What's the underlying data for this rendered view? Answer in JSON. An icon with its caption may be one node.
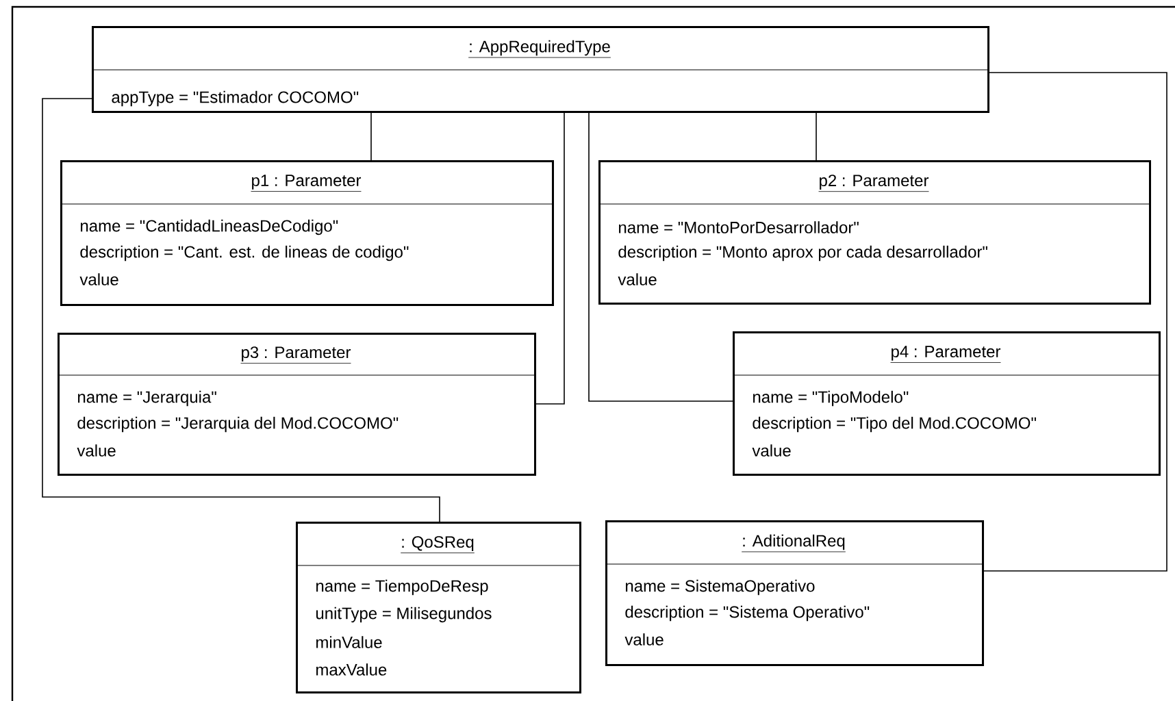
{
  "diagram": {
    "nodes": [
      {
        "text": [
          ": AppRequiredType",
          "appType = \"Estimador COCOMO\""
        ]
      },
      {
        "text": [
          "p1 : Parameter",
          "name = \"CantidadLineasDeCodigo\"",
          "description = \"Cant. est. de lineas de codigo\"",
          "value"
        ]
      },
      {
        "text": [
          "p2 : Parameter",
          "name = \"MontoPorDesarrollador\"",
          "description = \"Monto aprox por cada desarrollador\"",
          "value"
        ]
      },
      {
        "text": [
          "p3 : Parameter",
          "name = \"Jerarquia\"",
          "description = \"Jerarquia del Mod.COCOMO\"",
          "value"
        ]
      },
      {
        "text": [
          "p4 : Parameter",
          "name = \"TipoModelo\"",
          "description = \"Tipo del Mod.COCOMO\"",
          "value"
        ]
      },
      {
        "text": [
          ": QoSReq",
          "name = TiempoDeResp",
          "unitType = Milisegundos",
          "minValue",
          "maxValue"
        ]
      },
      {
        "text": [
          ": AditionalReq",
          "name = SistemaOperativo",
          "description = \"Sistema Operativo\"",
          "value"
        ]
      }
    ],
    "edges": [
      {
        "from": 0,
        "to": 1,
        "arrow": "none"
      },
      {
        "from": 0,
        "to": 2,
        "arrow": "none"
      },
      {
        "from": 0,
        "to": 3,
        "arrow": "none"
      },
      {
        "from": 0,
        "to": 4,
        "arrow": "none"
      },
      {
        "from": 0,
        "to": 5,
        "arrow": "none"
      },
      {
        "from": 0,
        "to": 6,
        "arrow": "none"
      }
    ]
  }
}
